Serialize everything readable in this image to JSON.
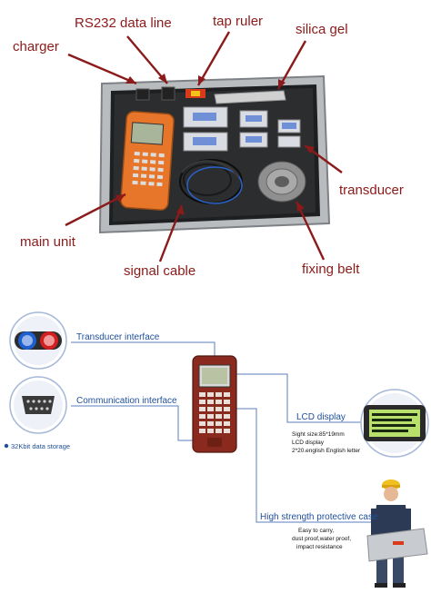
{
  "top_callouts": {
    "rs232": "RS232 data line",
    "tap_ruler": "tap ruler",
    "silica_gel": "silica gel",
    "charger": "charger",
    "transducer": "transducer",
    "main_unit": "main unit",
    "signal_cable": "signal cable",
    "fixing_belt": "fixing belt"
  },
  "bottom_callouts": {
    "transducer_interface": "Transducer interface",
    "communication_interface": "Communication interface",
    "data_storage": "32Kbit data storage",
    "lcd_display": "LCD display",
    "lcd_spec_1": "Sight size:85*19mm",
    "lcd_spec_2": "LCD display",
    "lcd_spec_3": "2*20.english English letter",
    "protective_case": "High strength protective case",
    "case_spec_1": "Easy to carry,",
    "case_spec_2": "dust proof,water proof,",
    "case_spec_3": "impact resistance"
  },
  "colors": {
    "callout_red": "#8b1a1a",
    "callout_blue": "#1f4f9a",
    "device_orange": "#e8762a",
    "device_red": "#8a2a1e",
    "case_silver": "#bfc3c6"
  }
}
